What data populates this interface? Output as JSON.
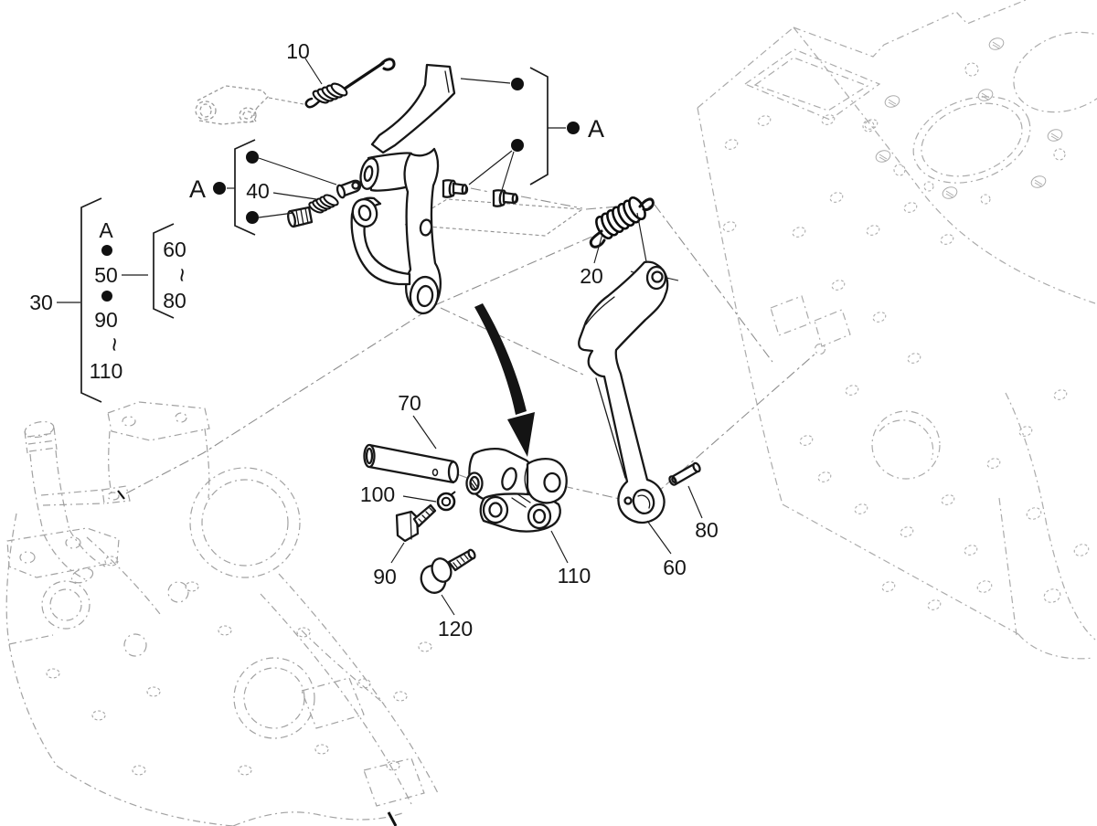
{
  "diagram": {
    "kind": "exploded-parts-diagram",
    "reference_letter": "A",
    "tilde": "~",
    "callouts": {
      "p10": "10",
      "p20": "20",
      "p30": "30",
      "p40": "40",
      "p50": "50",
      "p60": "60",
      "p70": "70",
      "p80": "80",
      "p90": "90",
      "p100": "100",
      "p110": "110",
      "p120": "120"
    }
  }
}
